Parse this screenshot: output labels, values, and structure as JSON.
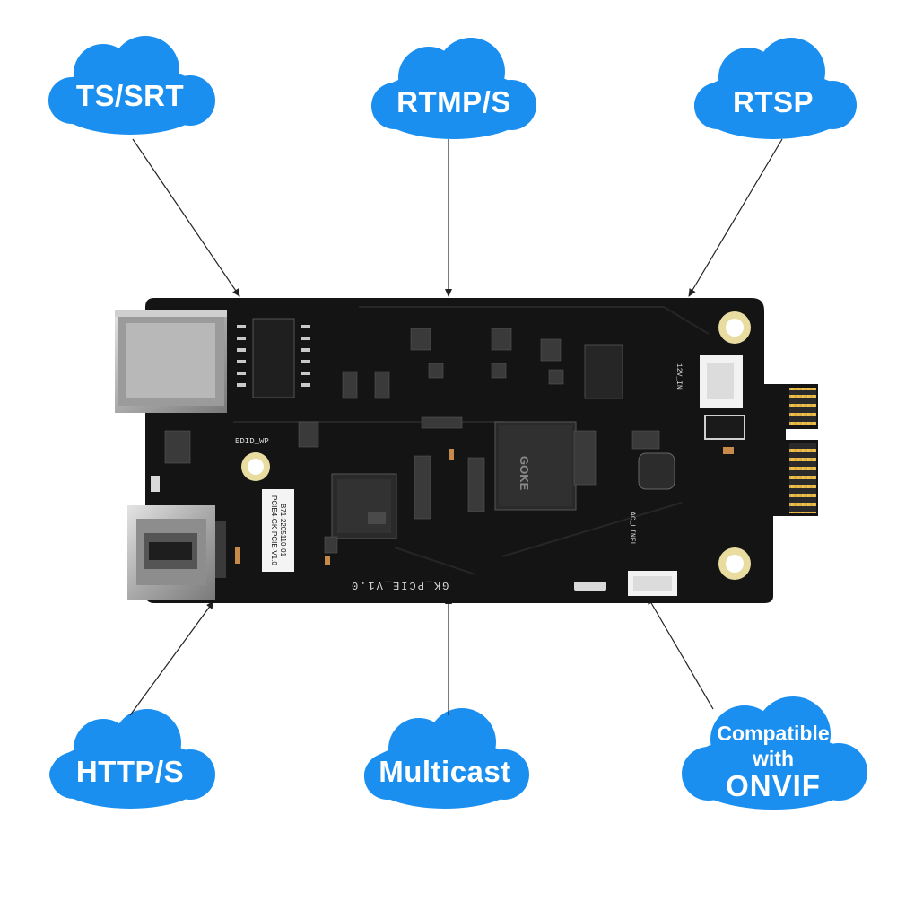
{
  "clouds": {
    "ts_srt": "TS/SRT",
    "rtmp_s": "RTMP/S",
    "rtsp": "RTSP",
    "http_s": "HTTP/S",
    "multicast": "Multicast",
    "onvif_line1": "Compatible",
    "onvif_line2": "with",
    "onvif_line3": "ONVIF"
  },
  "board": {
    "silkscreen_name": "GK_PCIE_V1.0",
    "label_sticker_line1": "PCIE4-GK-PCIE-V1.0",
    "label_sticker_line2": "B71-2205110-01",
    "chip_brand": "GOKE",
    "edid_text": "EDID_WP",
    "input_12v": "12V_IN",
    "audio_text": "AC_LINEL"
  },
  "colors": {
    "cloud": "#1a8ff0",
    "pcb": "#141414",
    "arrow": "#222222"
  }
}
